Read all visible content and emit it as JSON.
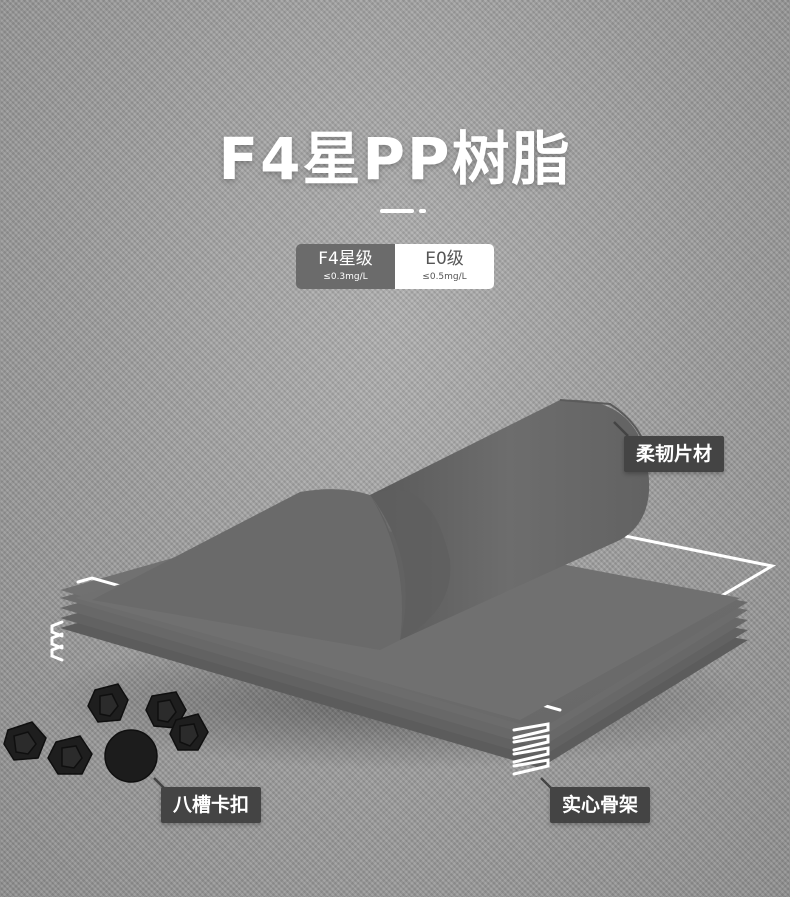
{
  "title": "F4星PP树脂",
  "badge": {
    "left_main": "F4星级",
    "left_sub": "≤0.3mg/L",
    "right_main": "E0级",
    "right_sub": "≤0.5mg/L"
  },
  "labels": {
    "sheet": "柔韧片材",
    "clip": "八槽卡扣",
    "frame": "实心骨架"
  },
  "colors": {
    "tag_bg": "#444444",
    "sheet": "#6e6e6e",
    "frame": "#ffffff"
  }
}
